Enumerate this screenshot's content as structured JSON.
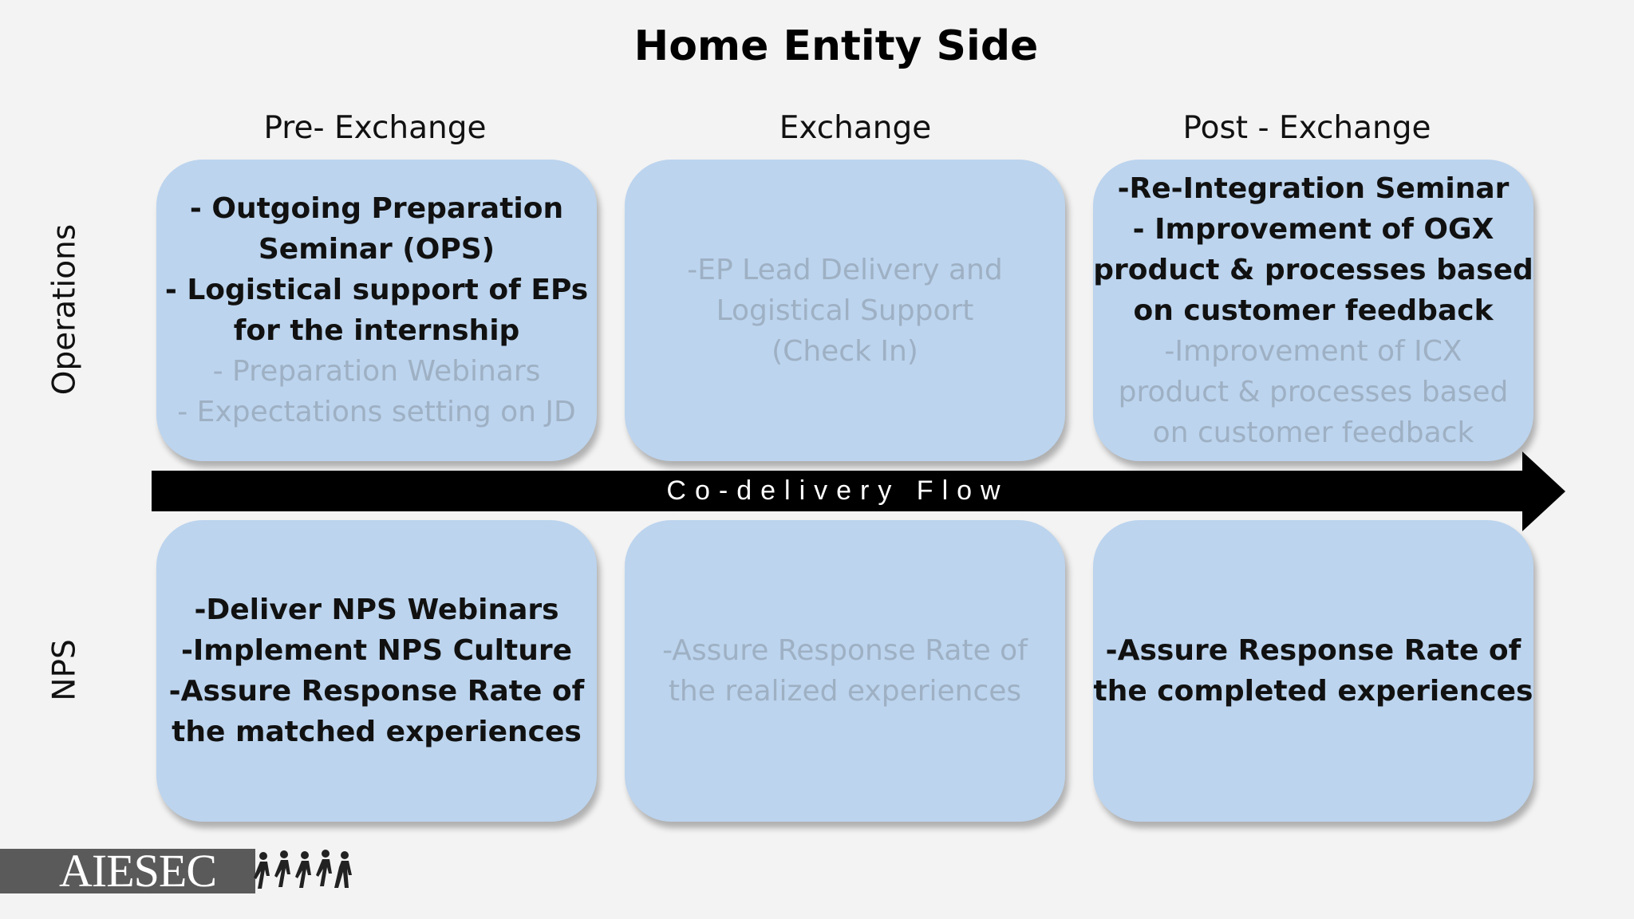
{
  "title": "Home Entity Side",
  "columns": [
    "Pre- Exchange",
    "Exchange",
    "Post - Exchange"
  ],
  "rows": [
    "Operations",
    "NPS"
  ],
  "flow_label": "Co-delivery Flow",
  "logo": "AIESEC",
  "cells": {
    "ops_pre": [
      {
        "text": "- Outgoing Preparation",
        "style": "bold"
      },
      {
        "text": "Seminar (OPS)",
        "style": "bold"
      },
      {
        "text": "- Logistical support of EPs",
        "style": "bold"
      },
      {
        "text": "for the internship",
        "style": "bold"
      },
      {
        "text": "- Preparation Webinars",
        "style": "faded"
      },
      {
        "text": "- Expectations setting on JD",
        "style": "faded"
      }
    ],
    "ops_ex": [
      {
        "text": "-EP Lead Delivery and",
        "style": "faded"
      },
      {
        "text": "Logistical Support",
        "style": "faded"
      },
      {
        "text": "(Check In)",
        "style": "faded"
      }
    ],
    "ops_post": [
      {
        "text": "-Re-Integration Seminar",
        "style": "bold"
      },
      {
        "text": "- Improvement of OGX",
        "style": "bold"
      },
      {
        "text": "product & processes based",
        "style": "bold"
      },
      {
        "text": "on customer feedback",
        "style": "bold"
      },
      {
        "text": "-Improvement of ICX",
        "style": "faded"
      },
      {
        "text": "product & processes based",
        "style": "faded"
      },
      {
        "text": "on customer feedback",
        "style": "faded"
      }
    ],
    "nps_pre": [
      {
        "text": "-Deliver NPS Webinars",
        "style": "bold"
      },
      {
        "text": "-Implement NPS Culture",
        "style": "bold"
      },
      {
        "text": "-Assure Response Rate of",
        "style": "bold"
      },
      {
        "text": "the matched experiences",
        "style": "bold"
      }
    ],
    "nps_ex": [
      {
        "text": "-Assure Response Rate of",
        "style": "faded"
      },
      {
        "text": "the realized experiences",
        "style": "faded"
      }
    ],
    "nps_post": [
      {
        "text": "-Assure Response Rate of",
        "style": "bold"
      },
      {
        "text": "the completed experiences",
        "style": "bold"
      }
    ]
  }
}
